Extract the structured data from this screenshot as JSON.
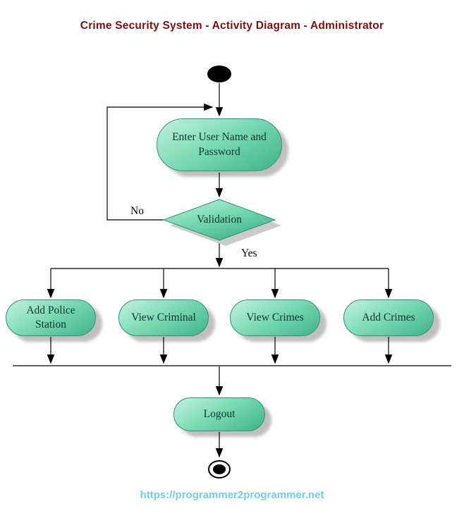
{
  "title": "Crime Security System - Activity Diagram - Administrator",
  "nodes": {
    "enter_credentials": "Enter User Name and Password",
    "validation": "Validation",
    "add_police_station": "Add Police Station",
    "view_criminal": "View Criminal",
    "view_crimes": "View Crimes",
    "add_crimes": "Add Crimes",
    "logout": "Logout"
  },
  "labels": {
    "no": "No",
    "yes": "Yes"
  },
  "footer_url": "https://programmer2programmer.net",
  "colors": {
    "title_text": "#7e0f10",
    "node_fill_light": "#c4f1dd",
    "node_fill_dark": "#3eb389",
    "node_border": "#2f9272",
    "node_text": "#0e3434",
    "edge": "#000000",
    "footer_link": "#74cbe9"
  }
}
